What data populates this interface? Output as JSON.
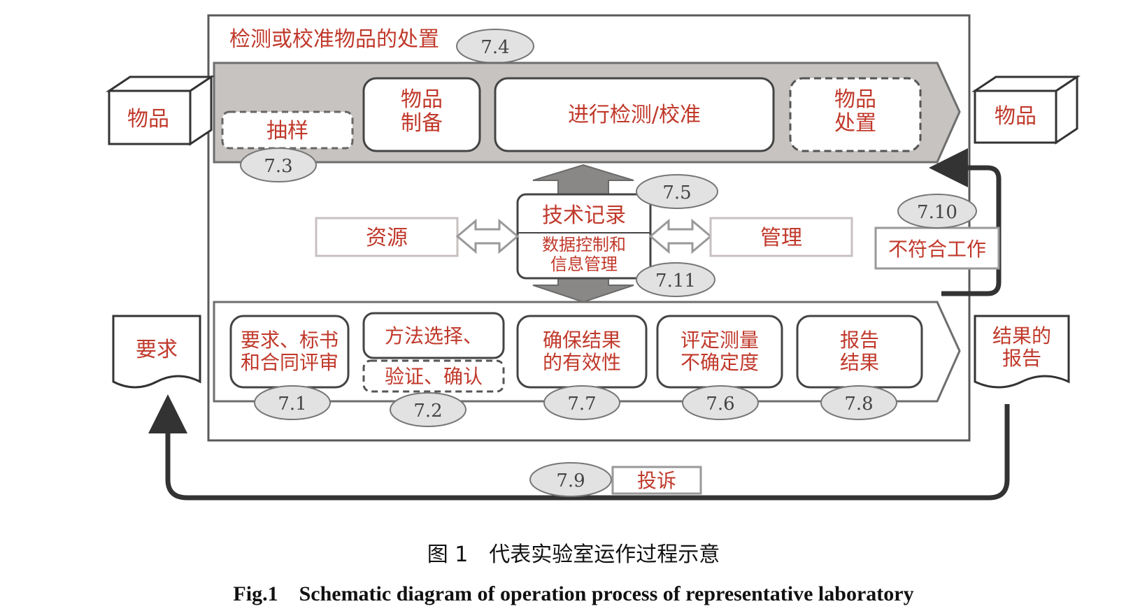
{
  "diagram": {
    "main_title": "检测或校准物品的处置",
    "top_stage": [
      "抽样",
      "物品\n制备",
      "进行检测/校准",
      "物品\n处置"
    ],
    "top_ovals": [
      "7.4",
      "7.3"
    ],
    "input_item": "物品",
    "output_item": "物品",
    "center": {
      "tech_record": "技术记录",
      "data_control": "数据控制和\n信息管理",
      "ovals": [
        "7.5",
        "7.11"
      ]
    },
    "resources": "资源",
    "management": "管理",
    "nonconforming": "不符合工作",
    "nonconforming_oval": "7.10",
    "bottom_stage": [
      "要求、标书\n和合同评审",
      "方法选择、",
      "验证、确认",
      "确保结果\n的有效性",
      "评定测量\n不确定度",
      "报告\n结果"
    ],
    "bottom_ovals": [
      "7.1",
      "7.2",
      "7.7",
      "7.6",
      "7.8"
    ],
    "requirement_doc": "要求",
    "report_doc": "结果的\n报告",
    "complaint": "投诉",
    "complaint_oval": "7.9"
  },
  "caption": {
    "cn": "图 1　代表实验室运作过程示意",
    "en": "Fig.1　Schematic diagram of operation process of representative laboratory"
  },
  "colors": {
    "text_red": "#c0392b",
    "band_gray": "#c6c3c0",
    "oval_fill": "#e2e2e2",
    "arrow_gray": "#8a8886",
    "loop_arrow": "#333333"
  }
}
